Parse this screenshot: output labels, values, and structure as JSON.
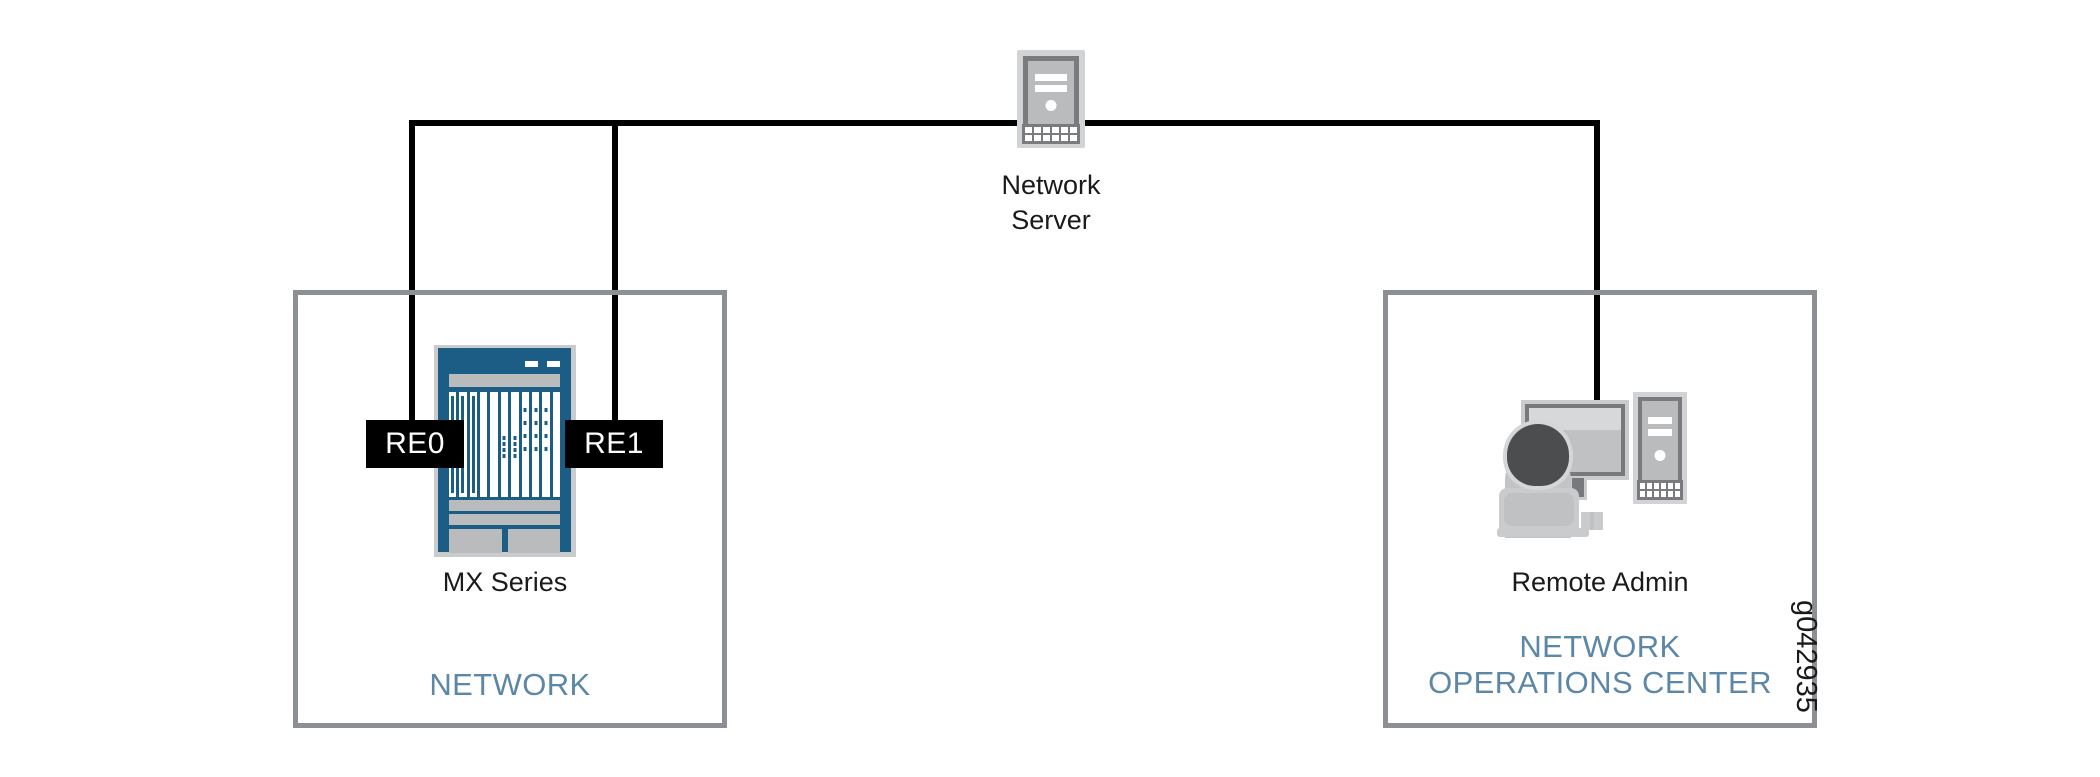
{
  "diagram": {
    "figure_id": "g042935",
    "accent_color": "#5c87a6",
    "box_border_color": "#8c8f93",
    "wire_color": "#000000",
    "chassis_color": "#1c5d86",
    "label_bg_color": "#000000",
    "label_text_color": "#ffffff"
  },
  "groups": [
    {
      "id": "network",
      "label": "NETWORK"
    },
    {
      "id": "noc",
      "label": "NETWORK\nOPERATIONS CENTER"
    }
  ],
  "nodes": {
    "server": {
      "caption": "Network\nServer",
      "icon": "server-tower-icon"
    },
    "router": {
      "caption": "MX Series",
      "icon": "mx-series-chassis-icon"
    },
    "admin": {
      "caption": "Remote Admin",
      "icon": "remote-admin-workstation-icon"
    }
  },
  "interfaces": [
    {
      "id": "re0",
      "label": "RE0"
    },
    {
      "id": "re1",
      "label": "RE1"
    }
  ]
}
